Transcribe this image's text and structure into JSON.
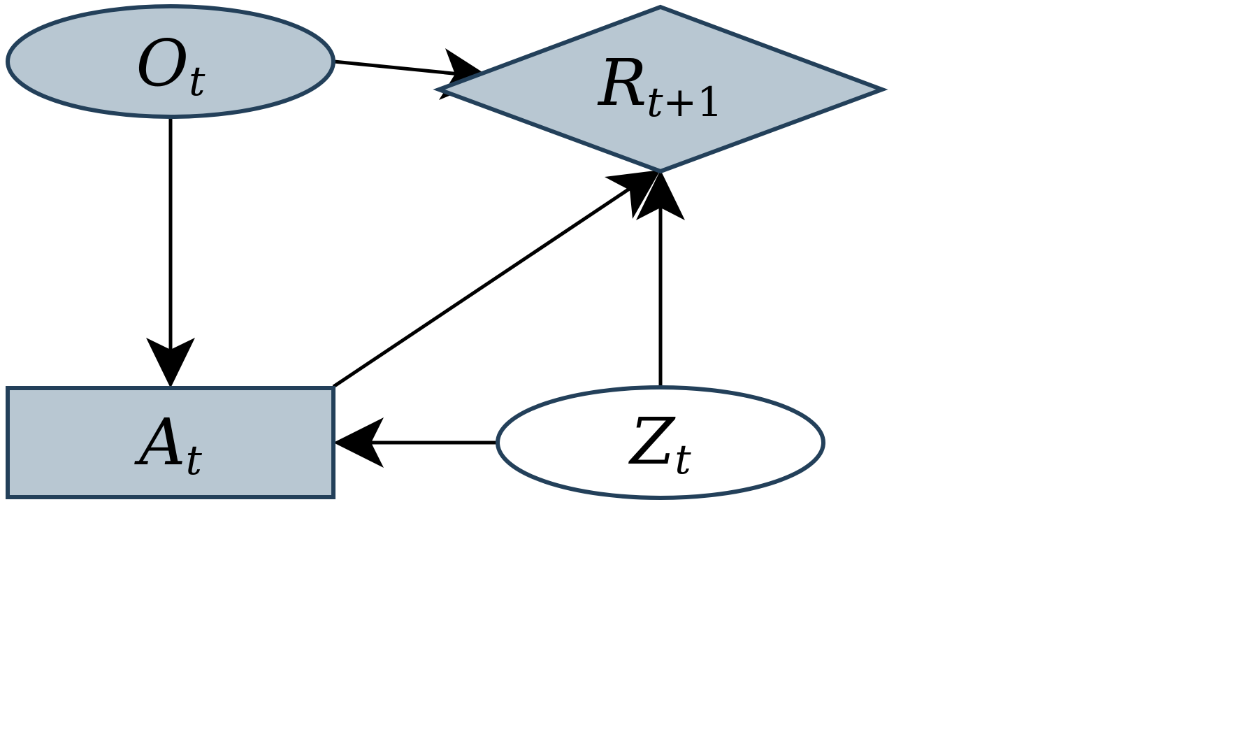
{
  "colors": {
    "node_fill": "#b8c7d2",
    "node_stroke": "#23405a",
    "unobserved_fill": "#ffffff",
    "edge": "#000000",
    "background": "#ffffff"
  },
  "nodes": {
    "observation": {
      "main": "O",
      "sub": "t",
      "shape": "ellipse",
      "observed": true
    },
    "reward": {
      "main": "R",
      "sub": "t",
      "sub_suffix": "+1",
      "shape": "diamond",
      "observed": true
    },
    "action": {
      "main": "A",
      "sub": "t",
      "shape": "rectangle",
      "observed": true
    },
    "confounder": {
      "main": "Z",
      "sub": "t",
      "shape": "ellipse",
      "observed": false
    }
  },
  "edges": [
    {
      "from": "observation",
      "to": "reward"
    },
    {
      "from": "observation",
      "to": "action"
    },
    {
      "from": "action",
      "to": "reward"
    },
    {
      "from": "confounder",
      "to": "reward"
    },
    {
      "from": "confounder",
      "to": "action"
    }
  ]
}
